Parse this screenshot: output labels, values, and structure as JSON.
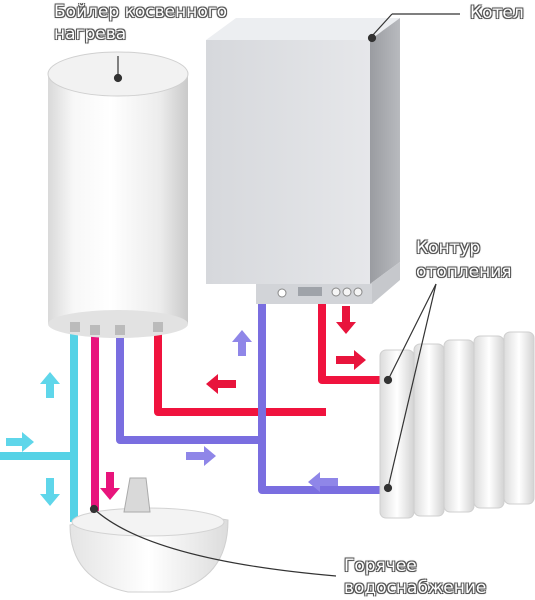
{
  "labels": {
    "boiler_indirect_line1": "Бойлер косвенного",
    "boiler_indirect_line2": "нагрева",
    "kotel": "Котел",
    "contour_line1": "Контур",
    "contour_line2": "отопления",
    "hot_water_line1": "Горячее",
    "hot_water_line2": "водоснабжение"
  },
  "colors": {
    "hot_pipe": "#f0133e",
    "hot_dhw_pipe": "#e8147c",
    "return_pipe": "#7a6ee0",
    "cold_pipe": "#55d2e6",
    "arrow_hot": "#e8143c",
    "arrow_return": "#8f86e8",
    "arrow_cold": "#5fd6ea"
  }
}
